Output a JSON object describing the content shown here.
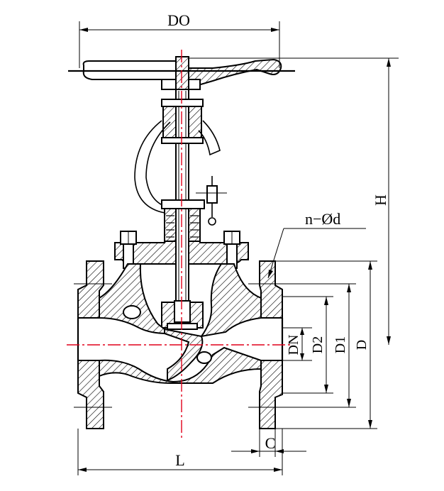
{
  "dimension_labels": {
    "handwheel_diameter": "DO",
    "height": "H",
    "bolt_holes": "n−Ød",
    "nominal_diameter": "DN",
    "raised_face_diameter": "D2",
    "bolt_circle_diameter": "D1",
    "flange_diameter": "D",
    "flange_thickness": "C",
    "face_to_face_length": "L"
  },
  "colors": {
    "lines": "#000000",
    "centerlines": "#e0001a",
    "background": "#ffffff"
  }
}
